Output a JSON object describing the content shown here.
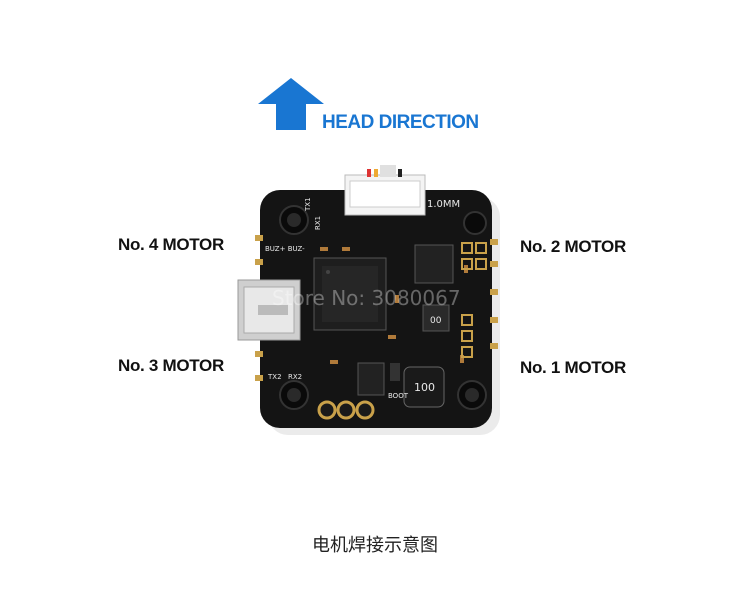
{
  "heading": {
    "label": "HEAD DIRECTION",
    "arrow_color": "#1976d2",
    "icon": "up-arrow-icon"
  },
  "motors": {
    "m4": "No. 4 MOTOR",
    "m2": "No. 2 MOTOR",
    "m3": "No. 3 MOTOR",
    "m1": "No. 1 MOTOR"
  },
  "board": {
    "connector_label": "1.0MM",
    "watermark": "Store No: 3080067",
    "inductor_marking": "100",
    "silkscreen": {
      "buz": "BUZ+ BUZ-",
      "tx1": "TX1",
      "rx1": "RX1",
      "tx2": "TX2",
      "rx2": "RX2",
      "boot": "BOOT"
    }
  },
  "caption": "电机焊接示意图"
}
